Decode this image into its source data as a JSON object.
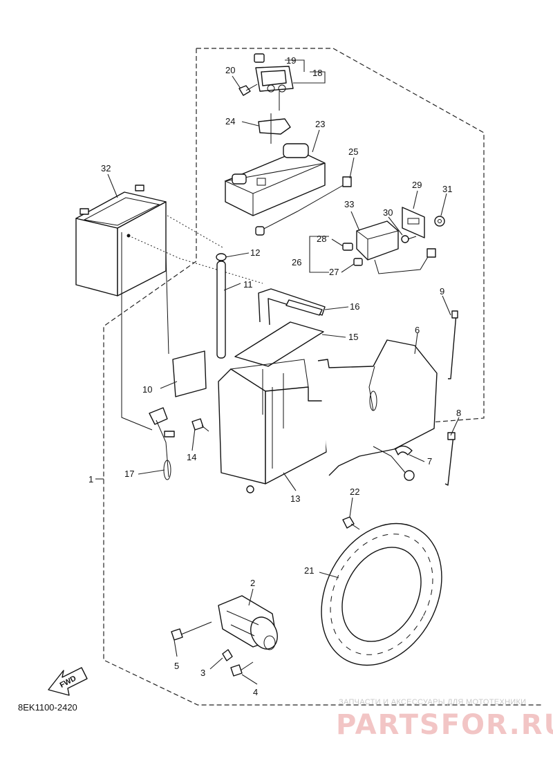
{
  "callouts": {
    "c1": "1",
    "c2": "2",
    "c3": "3",
    "c4": "4",
    "c5": "5",
    "c6": "6",
    "c7": "7",
    "c8": "8",
    "c9": "9",
    "c10": "10",
    "c11": "11",
    "c12": "12",
    "c13": "13",
    "c14": "14",
    "c15": "15",
    "c16": "16",
    "c17": "17",
    "c18": "18",
    "c19": "19",
    "c20": "20",
    "c21": "21",
    "c22": "22",
    "c23": "23",
    "c24": "24",
    "c25": "25",
    "c26": "26",
    "c27": "27",
    "c28": "28",
    "c29": "29",
    "c30": "30",
    "c31": "31",
    "c32": "32",
    "c33": "33"
  },
  "fwd_label": "FWD",
  "diagram_code": "8EK1100-2420",
  "watermark": {
    "tagline": "ЗАПЧАСТИ И АКСЕССУАРЫ ДЛЯ МОТОТЕХНИКИ",
    "logo": "PARTSFOR.RU"
  }
}
